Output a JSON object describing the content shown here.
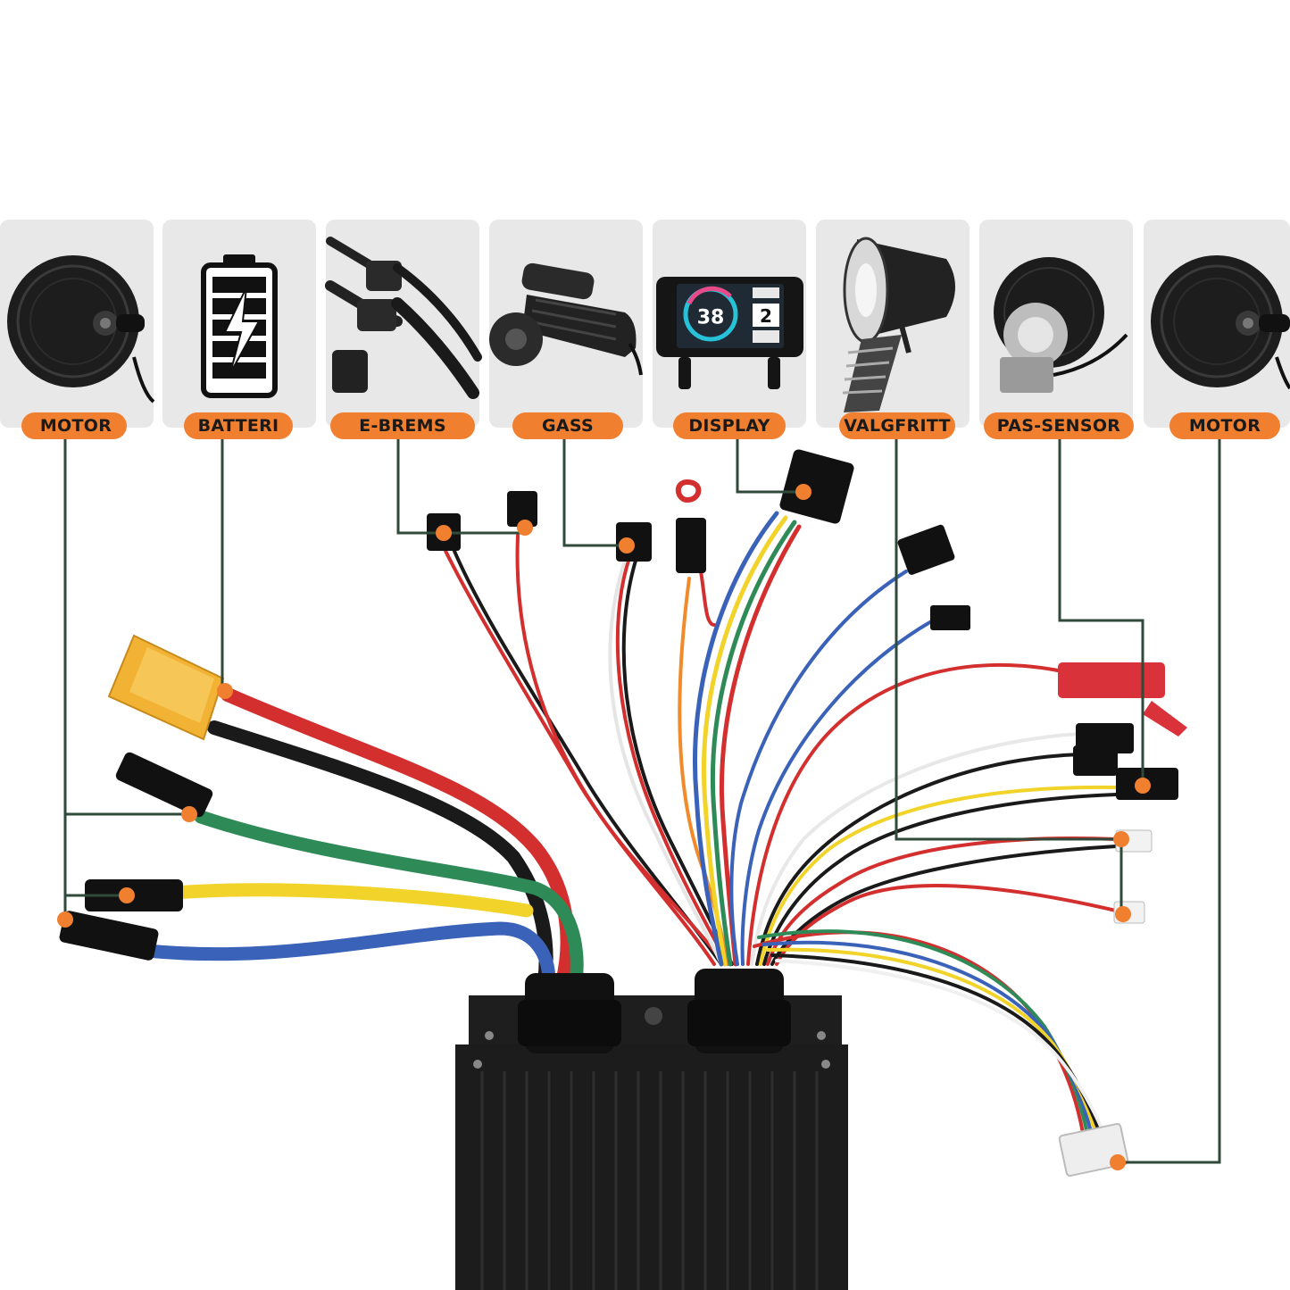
{
  "components": [
    {
      "label": "MOTOR",
      "icon": "hub-motor-icon"
    },
    {
      "label": "BATTERI",
      "icon": "battery-icon"
    },
    {
      "label": "E-BREMS",
      "icon": "brake-lever-icon"
    },
    {
      "label": "GASS",
      "icon": "throttle-grip-icon"
    },
    {
      "label": "DISPLAY",
      "icon": "lcd-display-icon"
    },
    {
      "label": "VALGFRITT",
      "icon": "headlight-icon"
    },
    {
      "label": "PAS-SENSOR",
      "icon": "pas-sensor-disc-icon"
    },
    {
      "label": "MOTOR",
      "icon": "hub-motor-icon"
    }
  ],
  "display_readout": {
    "speed": "38",
    "level": "2"
  },
  "colors": {
    "accent": "#f07f2f",
    "connector_line": "#2f4a3a",
    "card_bg": "#e8e8e8",
    "controller_body": "#1c1c1c",
    "wire_red": "#d32f2f",
    "wire_black": "#1a1a1a",
    "wire_green": "#2e8b57",
    "wire_yellow": "#f2d32a",
    "wire_blue": "#3a62b8",
    "wire_orange": "#f08a2a",
    "wire_white": "#f5f5f5",
    "xt_connector": "#f2b233"
  }
}
